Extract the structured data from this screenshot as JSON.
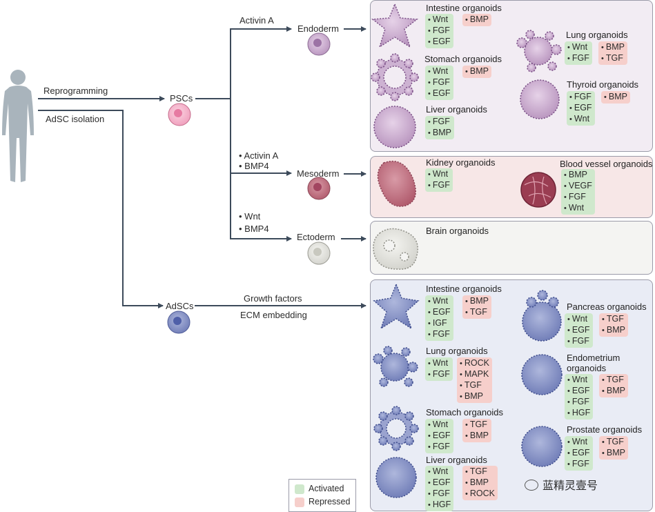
{
  "sources": {
    "reprogramming": "Reprogramming",
    "adsc_isolation": "AdSC isolation",
    "pscs": "PSCs",
    "adscs": "AdSCs"
  },
  "routes": {
    "endoderm": {
      "factors": [
        "Activin A"
      ],
      "label": "Endoderm"
    },
    "mesoderm": {
      "factors": [
        "Activin A",
        "BMP4"
      ],
      "label": "Mesoderm"
    },
    "ectoderm": {
      "factors": [
        "Wnt",
        "BMP4"
      ],
      "label": "Ectoderm"
    },
    "adscs": {
      "factors": [
        "Growth factors",
        "ECM embedding"
      ]
    }
  },
  "endoderm_panel": [
    {
      "name": "Intestine organoids",
      "activated": [
        "Wnt",
        "FGF",
        "EGF"
      ],
      "repressed": [
        "BMP"
      ]
    },
    {
      "name": "Stomach organoids",
      "activated": [
        "Wnt",
        "FGF",
        "EGF"
      ],
      "repressed": [
        "BMP"
      ]
    },
    {
      "name": "Liver organoids",
      "activated": [
        "FGF",
        "BMP"
      ],
      "repressed": []
    },
    {
      "name": "Lung organoids",
      "activated": [
        "Wnt",
        "FGF"
      ],
      "repressed": [
        "BMP",
        "TGF"
      ]
    },
    {
      "name": "Thyroid organoids",
      "activated": [
        "FGF",
        "EGF",
        "Wnt"
      ],
      "repressed": [
        "BMP"
      ]
    }
  ],
  "mesoderm_panel": [
    {
      "name": "Kidney organoids",
      "activated": [
        "Wnt",
        "FGF"
      ],
      "repressed": []
    },
    {
      "name": "Blood vessel organoids",
      "activated": [
        "BMP",
        "VEGF",
        "FGF",
        "Wnt"
      ],
      "repressed": []
    }
  ],
  "ectoderm_panel": [
    {
      "name": "Brain organoids",
      "activated": [],
      "repressed": []
    }
  ],
  "adsc_panel": [
    {
      "name": "Intestine organoids",
      "activated": [
        "Wnt",
        "EGF",
        "IGF",
        "FGF"
      ],
      "repressed": [
        "BMP",
        "TGF"
      ]
    },
    {
      "name": "Lung organoids",
      "activated": [
        "Wnt",
        "FGF"
      ],
      "repressed": [
        "ROCK",
        "MAPK",
        "TGF",
        "BMP"
      ]
    },
    {
      "name": "Stomach organoids",
      "activated": [
        "Wnt",
        "EGF",
        "FGF"
      ],
      "repressed": [
        "TGF",
        "BMP"
      ]
    },
    {
      "name": "Liver organoids",
      "activated": [
        "Wnt",
        "EGF",
        "FGF",
        "HGF"
      ],
      "repressed": [
        "TGF",
        "BMP",
        "ROCK"
      ]
    },
    {
      "name": "Pancreas organoids",
      "activated": [
        "Wnt",
        "EGF",
        "FGF"
      ],
      "repressed": [
        "TGF",
        "BMP"
      ]
    },
    {
      "name": "Endometrium organoids",
      "activated": [
        "Wnt",
        "EGF",
        "FGF",
        "HGF"
      ],
      "repressed": [
        "TGF",
        "BMP"
      ]
    },
    {
      "name": "Prostate organoids",
      "activated": [
        "Wnt",
        "EGF",
        "FGF"
      ],
      "repressed": [
        "TGF",
        "BMP"
      ]
    }
  ],
  "legend": {
    "activated": "Activated",
    "repressed": "Repressed"
  },
  "watermark": "蓝精灵壹号",
  "colors": {
    "activated": "#cfe8cc",
    "repressed": "#f6cfcb",
    "endoderm_panel_bg": "#f2ecf3",
    "mesoderm_panel_bg": "#f7e7e7",
    "ectoderm_panel_bg": "#f4f4f2",
    "adsc_panel_bg": "#e9ecf5",
    "line": "#3c4a5a",
    "figure": "#a9b4bc"
  }
}
